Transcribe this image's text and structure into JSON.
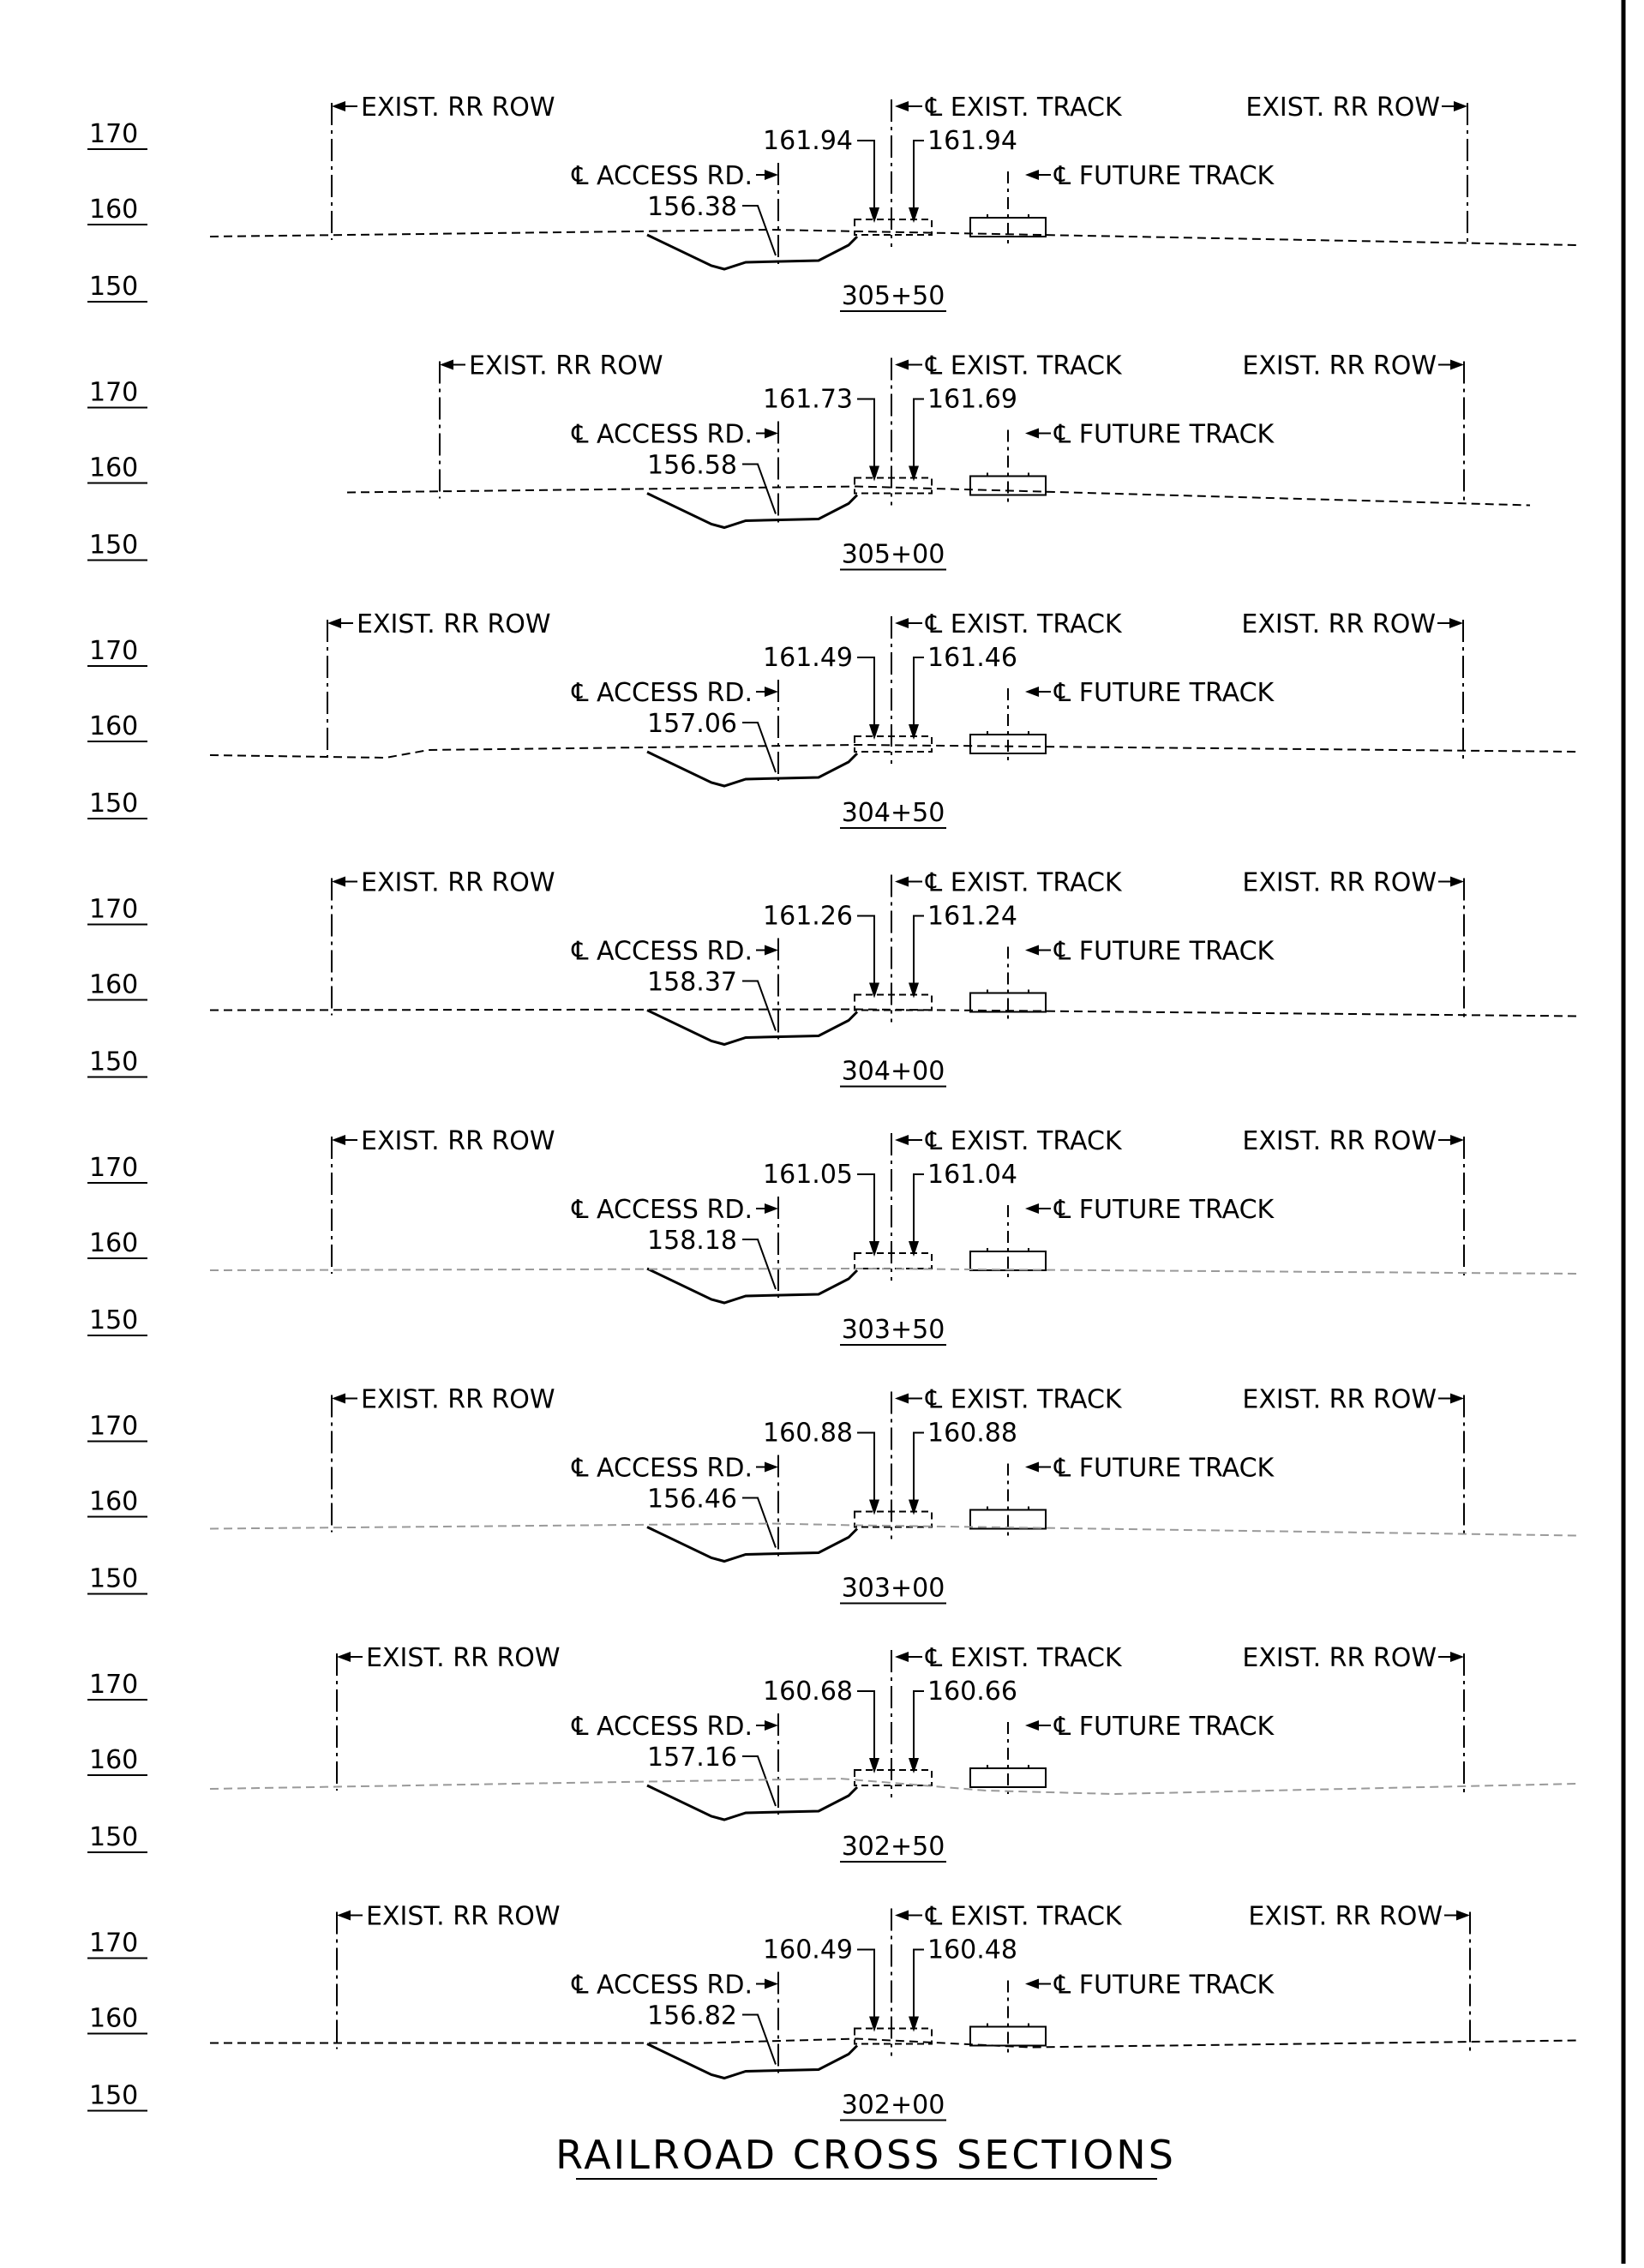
{
  "title": "RAILROAD CROSS SECTIONS",
  "elevation_labels": [
    "170",
    "160",
    "150"
  ],
  "labels": {
    "row_left": "EXIST. RR ROW",
    "row_right": "EXIST. RR ROW",
    "exist_track": "℄ EXIST. TRACK",
    "access_rd": "℄ ACCESS RD.",
    "future_track": "℄ FUTURE TRACK"
  },
  "colors": {
    "ink": "#000000",
    "ground_faint": "#9a9a9a"
  },
  "sections": [
    {
      "station": "305+50",
      "access_elev": "156.38",
      "track_left_elev": "161.94",
      "track_right_elev": "161.94",
      "ground_style": "dark"
    },
    {
      "station": "305+00",
      "access_elev": "156.58",
      "track_left_elev": "161.73",
      "track_right_elev": "161.69",
      "ground_style": "dark"
    },
    {
      "station": "304+50",
      "access_elev": "157.06",
      "track_left_elev": "161.49",
      "track_right_elev": "161.46",
      "ground_style": "dark"
    },
    {
      "station": "304+00",
      "access_elev": "158.37",
      "track_left_elev": "161.26",
      "track_right_elev": "161.24",
      "ground_style": "dark"
    },
    {
      "station": "303+50",
      "access_elev": "158.18",
      "track_left_elev": "161.05",
      "track_right_elev": "161.04",
      "ground_style": "faint"
    },
    {
      "station": "303+00",
      "access_elev": "156.46",
      "track_left_elev": "160.88",
      "track_right_elev": "160.88",
      "ground_style": "faint"
    },
    {
      "station": "302+50",
      "access_elev": "157.16",
      "track_left_elev": "160.68",
      "track_right_elev": "160.66",
      "ground_style": "faint"
    },
    {
      "station": "302+00",
      "access_elev": "156.82",
      "track_left_elev": "160.49",
      "track_right_elev": "160.48",
      "ground_style": "dark"
    }
  ]
}
